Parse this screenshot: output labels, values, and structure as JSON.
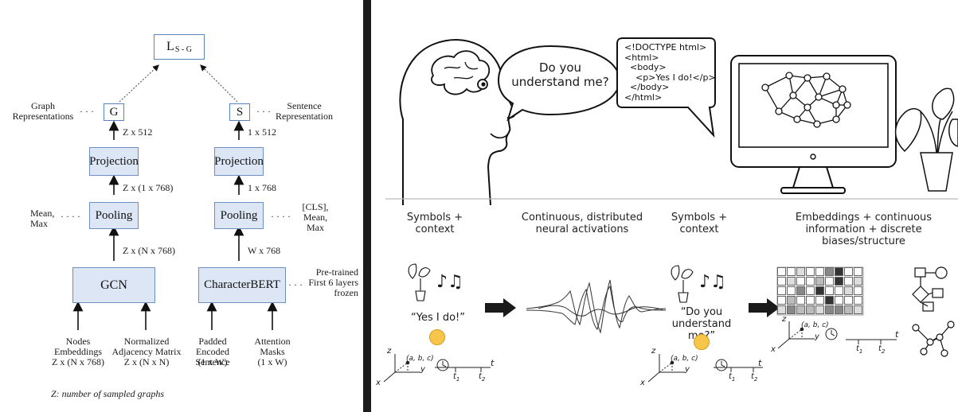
{
  "left_diagram": {
    "loss": {
      "main": "L",
      "sub": "S - G"
    },
    "graph_node": "G",
    "sentence_node": "S",
    "graph_rep_label": "Graph Representations",
    "sentence_rep_label": "Sentence Representation",
    "dots": "· · ·",
    "dots4": "· · · ·",
    "left_proj_dim": "Z x 512",
    "right_proj_dim": "1 x 512",
    "projection_label": "Projection",
    "left_pool_dim": "Z x (1 x 768)",
    "right_pool_dim": "1 x 768",
    "pooling_label": "Pooling",
    "left_pool_note": "Mean, Max",
    "right_pool_note": "[CLS], Mean, Max",
    "left_enc_dim": "Z x (N x 768)",
    "right_enc_dim": "W x 768",
    "gcn_label": "GCN",
    "charbert_label": "CharacterBERT",
    "charbert_note": "Pre-trained First 6 layers frozen",
    "inputs": [
      {
        "title": "Nodes Embeddings",
        "dim": "Z x (N x 768)"
      },
      {
        "title": "Normalized Adjacency Matrix",
        "dim": "Z x (N x N)"
      },
      {
        "title": "Padded Encoded Sentence",
        "dim": "(1 x W)"
      },
      {
        "title": "Attention Masks",
        "dim": "(1 x W)"
      }
    ],
    "footnote": "Z: number of sampled graphs"
  },
  "right_diagram": {
    "speech": "Do you understand me?",
    "code_lines": [
      "<!DOCTYPE html>",
      "<html>",
      "  <body>",
      "    <p>Yes I do!</p>",
      "  </body>",
      "</html>"
    ],
    "headers": [
      "Symbols + context",
      "Continuous, distributed neural activations",
      "Symbols + context",
      "Embeddings + continuous information + discrete biases/structure"
    ],
    "quote_left": "“Yes I do!”",
    "quote_right": "“Do you understand me?”",
    "coord_label": "(a, b, c)",
    "axis_z": "z",
    "axis_y": "y",
    "axis_x": "x",
    "axis_t": "t",
    "t1": "t",
    "t2": "t",
    "sub1": "1",
    "sub2": "2",
    "music": "♪♫"
  }
}
